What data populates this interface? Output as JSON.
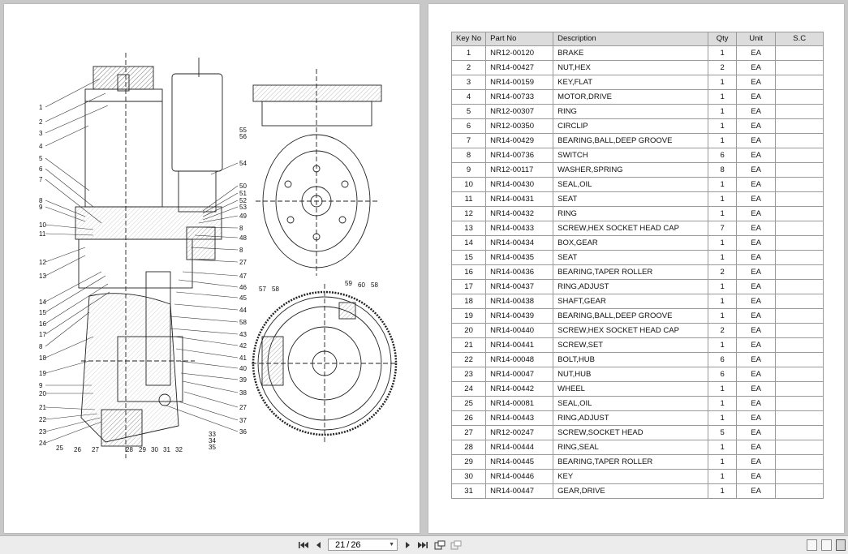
{
  "diagram": {
    "callouts_left": [
      "1",
      "2",
      "3",
      "4",
      "5",
      "6",
      "7",
      "8",
      "9",
      "10",
      "11",
      "12",
      "13",
      "14",
      "15",
      "16",
      "17",
      "8",
      "18",
      "19",
      "9",
      "20",
      "21",
      "22",
      "23",
      "24"
    ],
    "callouts_bottom": [
      "25",
      "26",
      "27",
      "28",
      "29",
      "30",
      "31",
      "32",
      "33",
      "34",
      "35"
    ],
    "callouts_right": [
      "54",
      "50",
      "51",
      "52",
      "53",
      "49",
      "8",
      "48",
      "8",
      "27",
      "47",
      "46",
      "45",
      "44",
      "58",
      "43",
      "42",
      "41",
      "40",
      "39",
      "38",
      "27",
      "37",
      "36"
    ],
    "callouts_side": [
      "55",
      "56"
    ],
    "callouts_gear": [
      "57",
      "58",
      "59",
      "60",
      "58"
    ]
  },
  "table": {
    "headers": [
      "Key No",
      "Part No",
      "Description",
      "Qty",
      "Unit",
      "S.C"
    ],
    "rows": [
      [
        "1",
        "NR12-00120",
        "BRAKE",
        "1",
        "EA",
        ""
      ],
      [
        "2",
        "NR14-00427",
        "NUT,HEX",
        "2",
        "EA",
        ""
      ],
      [
        "3",
        "NR14-00159",
        "KEY,FLAT",
        "1",
        "EA",
        ""
      ],
      [
        "4",
        "NR14-00733",
        "MOTOR,DRIVE",
        "1",
        "EA",
        ""
      ],
      [
        "5",
        "NR12-00307",
        "RING",
        "1",
        "EA",
        ""
      ],
      [
        "6",
        "NR12-00350",
        "CIRCLIP",
        "1",
        "EA",
        ""
      ],
      [
        "7",
        "NR14-00429",
        "BEARING,BALL,DEEP GROOVE",
        "1",
        "EA",
        ""
      ],
      [
        "8",
        "NR14-00736",
        "SWITCH",
        "6",
        "EA",
        ""
      ],
      [
        "9",
        "NR12-00117",
        "WASHER,SPRING",
        "8",
        "EA",
        ""
      ],
      [
        "10",
        "NR14-00430",
        "SEAL,OIL",
        "1",
        "EA",
        ""
      ],
      [
        "11",
        "NR14-00431",
        "SEAT",
        "1",
        "EA",
        ""
      ],
      [
        "12",
        "NR14-00432",
        "RING",
        "1",
        "EA",
        ""
      ],
      [
        "13",
        "NR14-00433",
        "SCREW,HEX SOCKET HEAD CAP",
        "7",
        "EA",
        ""
      ],
      [
        "14",
        "NR14-00434",
        "BOX,GEAR",
        "1",
        "EA",
        ""
      ],
      [
        "15",
        "NR14-00435",
        "SEAT",
        "1",
        "EA",
        ""
      ],
      [
        "16",
        "NR14-00436",
        "BEARING,TAPER ROLLER",
        "2",
        "EA",
        ""
      ],
      [
        "17",
        "NR14-00437",
        "RING,ADJUST",
        "1",
        "EA",
        ""
      ],
      [
        "18",
        "NR14-00438",
        "SHAFT,GEAR",
        "1",
        "EA",
        ""
      ],
      [
        "19",
        "NR14-00439",
        "BEARING,BALL,DEEP GROOVE",
        "1",
        "EA",
        ""
      ],
      [
        "20",
        "NR14-00440",
        "SCREW,HEX SOCKET HEAD CAP",
        "2",
        "EA",
        ""
      ],
      [
        "21",
        "NR14-00441",
        "SCREW,SET",
        "1",
        "EA",
        ""
      ],
      [
        "22",
        "NR14-00048",
        "BOLT,HUB",
        "6",
        "EA",
        ""
      ],
      [
        "23",
        "NR14-00047",
        "NUT,HUB",
        "6",
        "EA",
        ""
      ],
      [
        "24",
        "NR14-00442",
        "WHEEL",
        "1",
        "EA",
        ""
      ],
      [
        "25",
        "NR14-00081",
        "SEAL,OIL",
        "1",
        "EA",
        ""
      ],
      [
        "26",
        "NR14-00443",
        "RING,ADJUST",
        "1",
        "EA",
        ""
      ],
      [
        "27",
        "NR12-00247",
        "SCREW,SOCKET HEAD",
        "5",
        "EA",
        ""
      ],
      [
        "28",
        "NR14-00444",
        "RING,SEAL",
        "1",
        "EA",
        ""
      ],
      [
        "29",
        "NR14-00445",
        "BEARING,TAPER ROLLER",
        "1",
        "EA",
        ""
      ],
      [
        "30",
        "NR14-00446",
        "KEY",
        "1",
        "EA",
        ""
      ],
      [
        "31",
        "NR14-00447",
        "GEAR,DRIVE",
        "1",
        "EA",
        ""
      ]
    ]
  },
  "toolbar": {
    "current_page": "21",
    "separator": "/",
    "total_pages": "26"
  },
  "icons": {
    "first": "first-page-icon",
    "prev": "prev-page-icon",
    "next": "next-page-icon",
    "last": "last-page-icon"
  }
}
